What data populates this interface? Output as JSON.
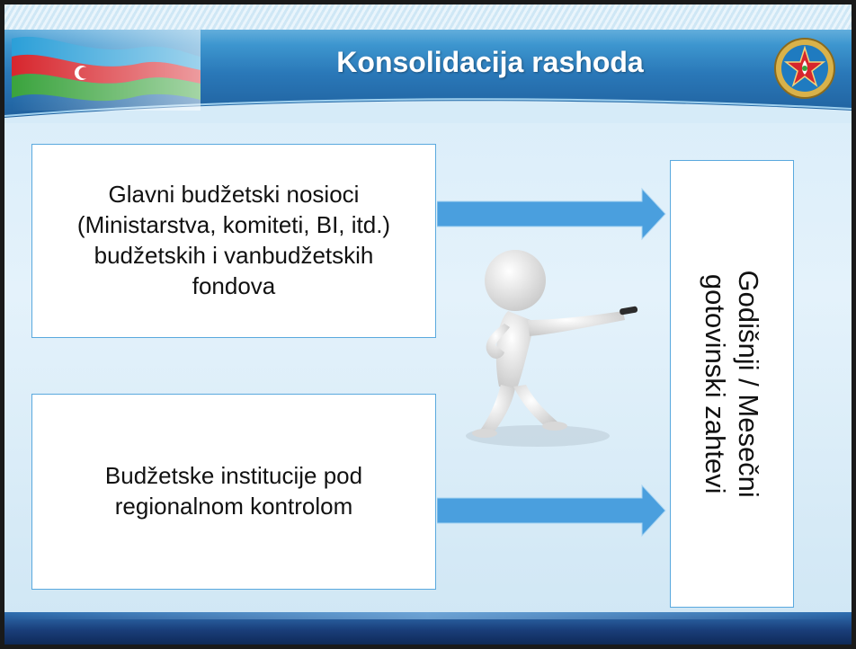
{
  "title": "Konsolidacija rashoda",
  "boxes": {
    "top": "Glavni budžetski nosioci (Ministarstva, komiteti, BI, itd.) budžetskih i vanbudžetskih fondova",
    "bottom": "Budžetske institucije  pod regionalnom kontrolom",
    "target_line1": "Godišnji / Mesečni",
    "target_line2": "gotovinski zahtevi"
  },
  "icons": {
    "flag": "azerbaijan-flag-icon",
    "emblem": "state-emblem-icon",
    "figure": "pointing-figure-icon"
  },
  "colors": {
    "header_blue": "#2a78b8",
    "box_border": "#5aa9de",
    "arrow_fill": "#4a9fde"
  }
}
